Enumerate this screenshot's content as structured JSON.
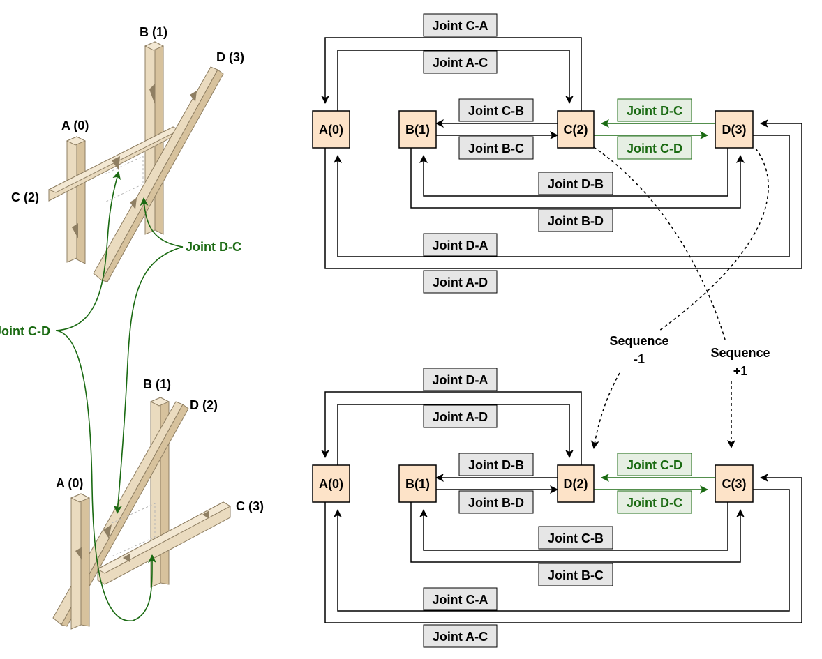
{
  "colors": {
    "node_fill": "#fde3c8",
    "joint_fill": "#e6e6e6",
    "green_joint_fill": "#e6efe3",
    "green": "#1a6a12",
    "wood_light": "#eadbbf",
    "wood_mid": "#d7c29d",
    "wood_dark": "#b8a27a",
    "wood_cut": "#8f7f63"
  },
  "left_model_top": {
    "members": {
      "a": "A (0)",
      "b": "B (1)",
      "c": "C (2)",
      "d": "D (3)"
    },
    "callout": "Joint D-C"
  },
  "left_model_bottom": {
    "members": {
      "a": "A (0)",
      "b": "B (1)",
      "c": "C (3)",
      "d": "D (2)"
    }
  },
  "left_callout": "Joint C-D",
  "graph_top": {
    "nodes": {
      "a": "A(0)",
      "b": "B(1)",
      "c": "C(2)",
      "d": "D(3)"
    },
    "joints": {
      "outer_top": "Joint C-A",
      "inner_top": "Joint A-C",
      "cb": "Joint C-B",
      "bc": "Joint B-C",
      "dc": "Joint D-C",
      "cd": "Joint C-D",
      "db": "Joint D-B",
      "bd": "Joint B-D",
      "inner_bottom": "Joint D-A",
      "outer_bottom": "Joint A-D"
    }
  },
  "graph_bottom": {
    "nodes": {
      "a": "A(0)",
      "b": "B(1)",
      "c": "D(2)",
      "d": "C(3)"
    },
    "joints": {
      "outer_top": "Joint D-A",
      "inner_top": "Joint A-D",
      "cb": "Joint D-B",
      "bc": "Joint B-D",
      "dc": "Joint C-D",
      "cd": "Joint D-C",
      "db": "Joint C-B",
      "bd": "Joint B-C",
      "inner_bottom": "Joint C-A",
      "outer_bottom": "Joint A-C"
    }
  },
  "sequence": {
    "minus_line1": "Sequence",
    "minus_line2": "-1",
    "plus_line1": "Sequence",
    "plus_line2": "+1"
  }
}
